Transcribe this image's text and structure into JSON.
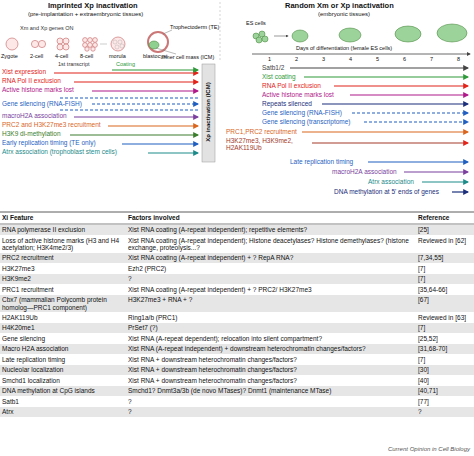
{
  "diagram": {
    "labels": [
      "Imprinted Xp inactivation",
      "(pre-implantation + extraembryonic tissues)",
      "Random Xm or Xp inactivation",
      "(embryonic tissues)",
      "Xm and Xp genes ON",
      "Zygote",
      "2-cell",
      "4-cell",
      "8-cell",
      "morula",
      "blastocyst",
      "Trophectoderm (TE)",
      "Inner cell mass (ICM)",
      "ES cells",
      "Days of differentiation (female ES cells)",
      "1",
      "2",
      "3",
      "4",
      "5",
      "6",
      "7",
      "8",
      "1st transcript",
      "Coating",
      "Xist expression",
      "RNA Pol II exclusion",
      "Active histone marks lost",
      "Gene silencing (RNA-FISH)",
      "macroH2A association",
      "PRC2 and H3K27me3 recruitment",
      "H3K9 di-methylation",
      "Early replication timing (TE only)",
      "Atrx association (trophoblast stem cells)",
      "Xp inactivation (ICM)",
      "Satb1/2",
      "Xist coating",
      "RNA Pol II exclusion",
      "Active histone marks lost",
      "Repeats silenced",
      "Gene silencing (RNA-FISH)",
      "Gene silencing (transcriptome)",
      "PRC1,PRC2 recruitment",
      "H3K27me3, H3K9me2, H2AK119Ub",
      "Late replication timing",
      "macroH2A association",
      "Atrx association",
      "DNA methylation at 5' ends of genes",
      "Xi Feature",
      "Factors involved",
      "Reference",
      "RNA polymerase II exclusion",
      "Xist RNA coating (A-repeat independent); repetitive elements?",
      "[25]",
      "Loss of active histone marks (H3 and H4 acetylation; H3K4me2/3)",
      "Xist RNA coating (A-repeat independent); Histone deacetylases? Histone demethylases? (histone exchange, proteolysis...?",
      "Reviewed in [62]",
      "PRC2 recruitment",
      "Xist RNA coating (A-repeat independent) + ? RepA RNA?",
      "[7,34,55]",
      "H3K27me3",
      "Ezh2 (PRC2)",
      "[7]",
      "H3K9me2",
      "?",
      "[7]",
      "PRC1 recruitment",
      "Xist RNA coating (A-repeat independent) + ? PRC2/ H3K27me3",
      "[35,64-66]",
      "Cbx7 (mammalian Polycomb protein homolog—PRC1 component)",
      "H3K27me3 + RNA + ?",
      "[67]",
      "H2AK119Ub",
      "Ring1a/b (PRC1)",
      "Reviewed in [63]",
      "H4K20me1",
      "PrSet7 (?)",
      "[7]",
      "Gene silencing",
      "Xist RNA (A-repeat dependent); relocation into silent compartment?",
      "[25,52]",
      "Macro H2A association",
      "Xist RNA (A-repeat independent) + downstream heterochromatin changes/factors?",
      "[31,68-70]",
      "Late replication timing",
      "Xist RNA + downstream heterochromatin changes/factors?",
      "[7]",
      "Nucleolar localization",
      "Xist RNA + downstream heterochromatin changes/factors?",
      "[30]",
      "Smchd1 localization",
      "Xist RNA + downstream heterochromatin changes/factors?",
      "[40]",
      "DNA methylation at CpG islands",
      "Smchd1? Dnmt3a/3b (de novo MTases)? Dnmt1 (maintenance MTase)",
      "[40,71]",
      "Satb1",
      "?",
      "[77]",
      "Atrx",
      "?",
      "?",
      "Current Opinion in Cell Biology"
    ]
  }
}
